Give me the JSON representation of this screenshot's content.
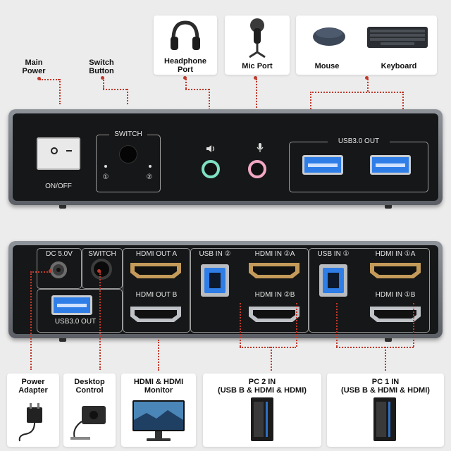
{
  "top_callouts": {
    "main_power": "Main\nPower",
    "switch_button": "Switch\nButton",
    "headphone_port": "Headphone\nPort",
    "mic_port": "Mic Port",
    "mouse": "Mouse",
    "keyboard": "Keyboard"
  },
  "front_panel": {
    "on_off": "ON/OFF",
    "switch_title": "SWITCH",
    "switch_pos_1": "①",
    "switch_pos_2": "②",
    "usb_out_title": "USB3.0 OUT"
  },
  "back_panel": {
    "dc": "DC 5.0V",
    "switch": "SWITCH",
    "usb_out": "USB3.0 OUT",
    "hdmi_out_a": "HDMI OUT A",
    "hdmi_out_b": "HDMI OUT B",
    "usb_in_2": "USB IN ②",
    "hdmi_in_2a": "HDMI IN ②A",
    "hdmi_in_2b": "HDMI IN ②B",
    "usb_in_1": "USB IN ①",
    "hdmi_in_1a": "HDMI IN ①A",
    "hdmi_in_1b": "HDMI IN ①B"
  },
  "bottom_callouts": {
    "power_adapter": "Power\nAdapter",
    "desktop_control": "Desktop\nControl",
    "hdmi_monitor": "HDMI & HDMI\nMonitor",
    "pc2": "PC 2 IN\n(USB B & HDMI & HDMI)",
    "pc1": "PC 1 IN\n(USB B & HDMI & HDMI)"
  },
  "colors": {
    "callout_line": "#c0392b",
    "usb_blue": "#2f7ee8",
    "panel": "#161718",
    "mic_ring": "#f2a8c4",
    "headphone_ring": "#7fe0c4"
  }
}
